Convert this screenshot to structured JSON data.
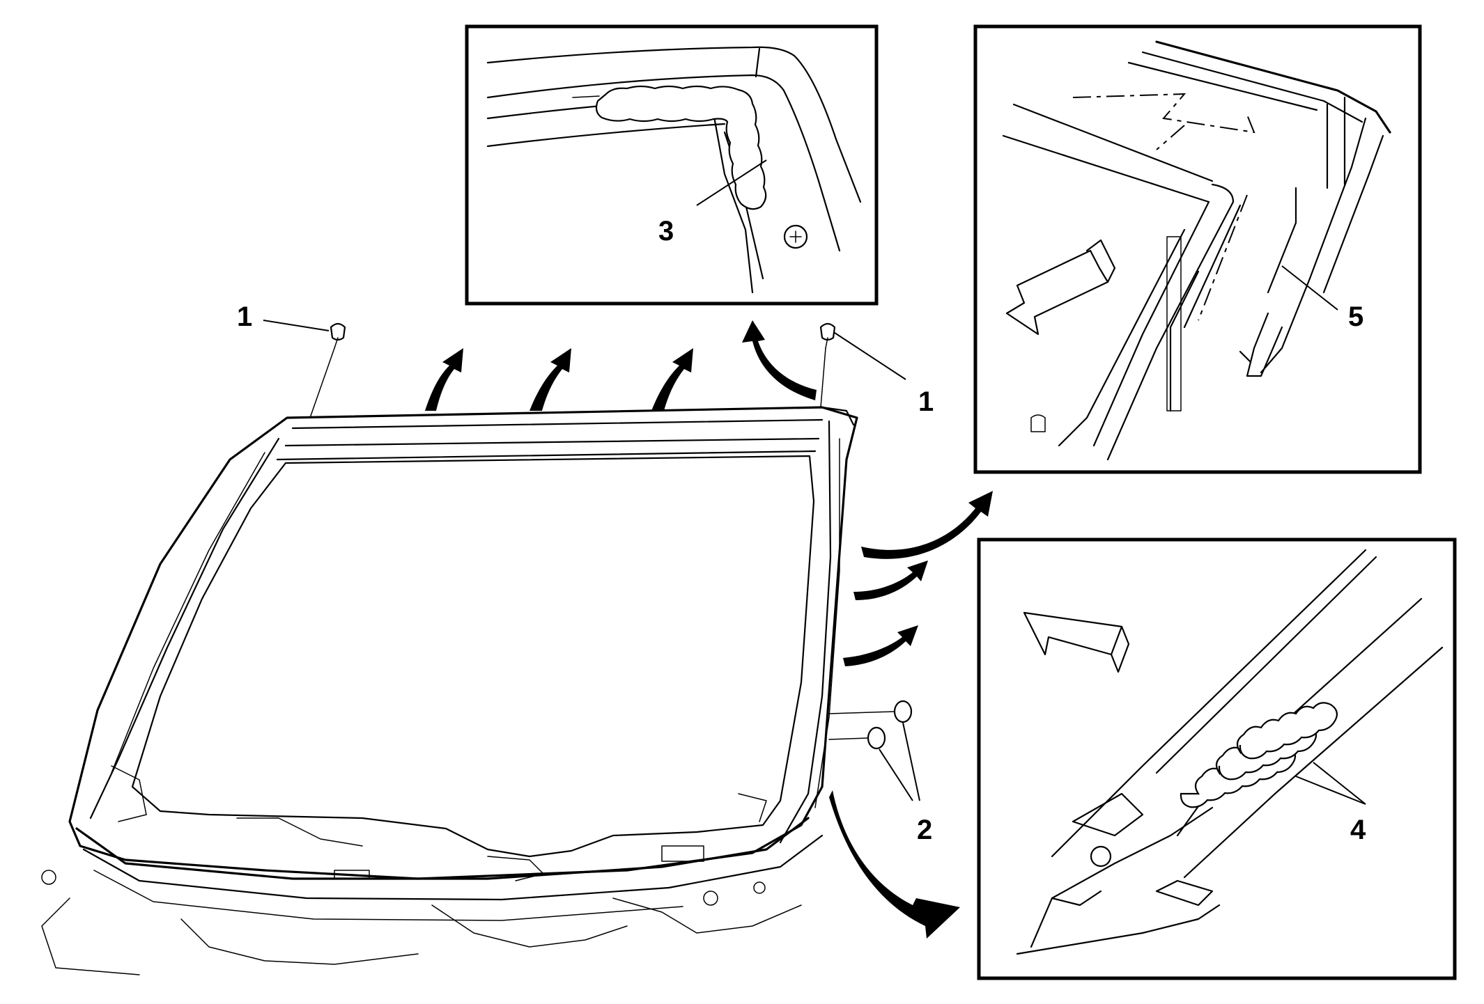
{
  "callouts": {
    "c1_left": "1",
    "c1_right": "1",
    "c2": "2",
    "c3": "3",
    "c4": "4",
    "c5": "5"
  }
}
